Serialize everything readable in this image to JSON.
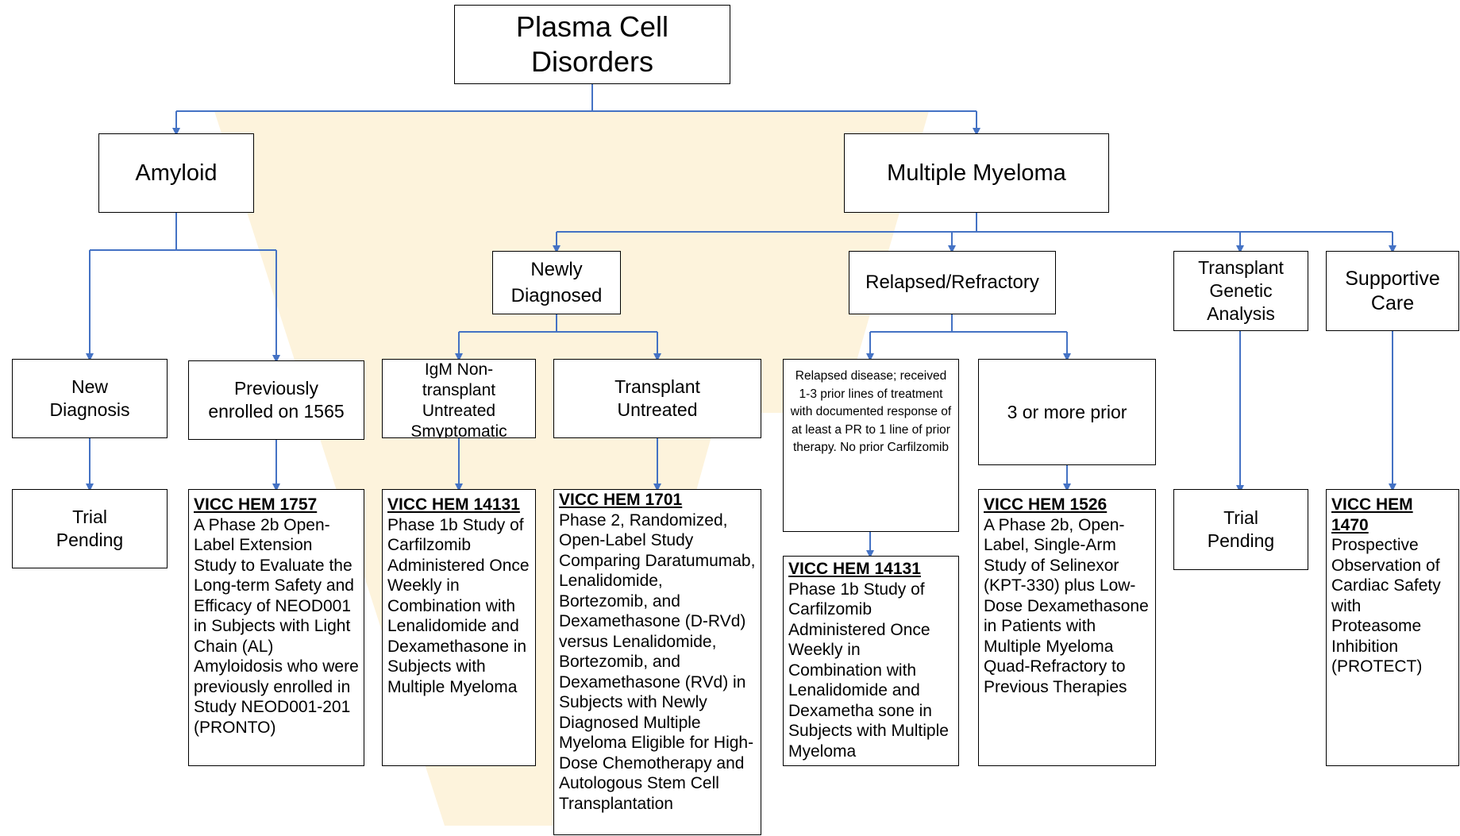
{
  "root": {
    "label": "Plasma Cell Disorders"
  },
  "amyloid": {
    "label": "Amyloid",
    "new_diagnosis": {
      "label": "New Diagnosis",
      "trial": "Trial Pending"
    },
    "previously_enrolled": {
      "label": "Previously enrolled on 1565",
      "trial_code": "VICC HEM 1757",
      "trial_desc": "A Phase 2b Open-Label Extension Study to Evaluate the Long-term Safety and Efficacy of NEOD001 in Subjects with Light Chain (AL) Amyloidosis who were previously enrolled in Study NEOD001-201 (PRONTO)"
    }
  },
  "myeloma": {
    "label": "Multiple Myeloma",
    "newly_diagnosed": {
      "label": "Newly Diagnosed",
      "igm": {
        "label": "IgM Non-transplant Untreated Smyptomatic",
        "trial_code": "VICC HEM 14131",
        "trial_desc": "Phase 1b Study of Carfilzomib Administered Once Weekly in Combination with Lenalidomide and Dexamethasone in Subjects with Multiple Myeloma"
      },
      "transplant": {
        "label": "Transplant Untreated",
        "trial_code": "VICC HEM 1701",
        "trial_desc": "Phase 2, Randomized, Open-Label Study Comparing Daratumumab, Lenalidomide, Bortezomib, and Dexamethasone (D-RVd) versus Lenalidomide, Bortezomib, and Dexamethasone (RVd) in Subjects with Newly Diagnosed Multiple Myeloma Eligible for High-Dose Chemotherapy and Autologous Stem Cell Transplantation"
      }
    },
    "relapsed": {
      "label": "Relapsed/Refractory",
      "one_to_three": {
        "label": "Relapsed disease; received 1-3 prior lines of treatment with documented response of at least a PR to 1 line of prior therapy. No prior Carfilzomib",
        "trial_code": "VICC HEM 14131",
        "trial_desc": "Phase 1b Study of Carfilzomib Administered Once Weekly in Combination with Lenalidomide and Dexametha sone in Subjects with Multiple Myeloma"
      },
      "three_or_more": {
        "label": "3 or more prior",
        "trial_code": "VICC HEM 1526",
        "trial_desc": "A Phase 2b, Open-Label, Single-Arm Study of Selinexor (KPT-330) plus Low-Dose Dexamethasone in Patients with Multiple Myeloma Quad-Refractory to Previous Therapies"
      }
    },
    "transplant_genetic": {
      "label": "Transplant Genetic Analysis",
      "trial": "Trial Pending"
    },
    "supportive_care": {
      "label": "Supportive Care",
      "trial_code": "VICC HEM 1470",
      "trial_desc": "Prospective Observation of Cardiac Safety with Proteasome Inhibition (PROTECT)"
    }
  },
  "colors": {
    "connector": "#4472c4",
    "border": "#000000",
    "watermark": "#fdf0d2"
  }
}
